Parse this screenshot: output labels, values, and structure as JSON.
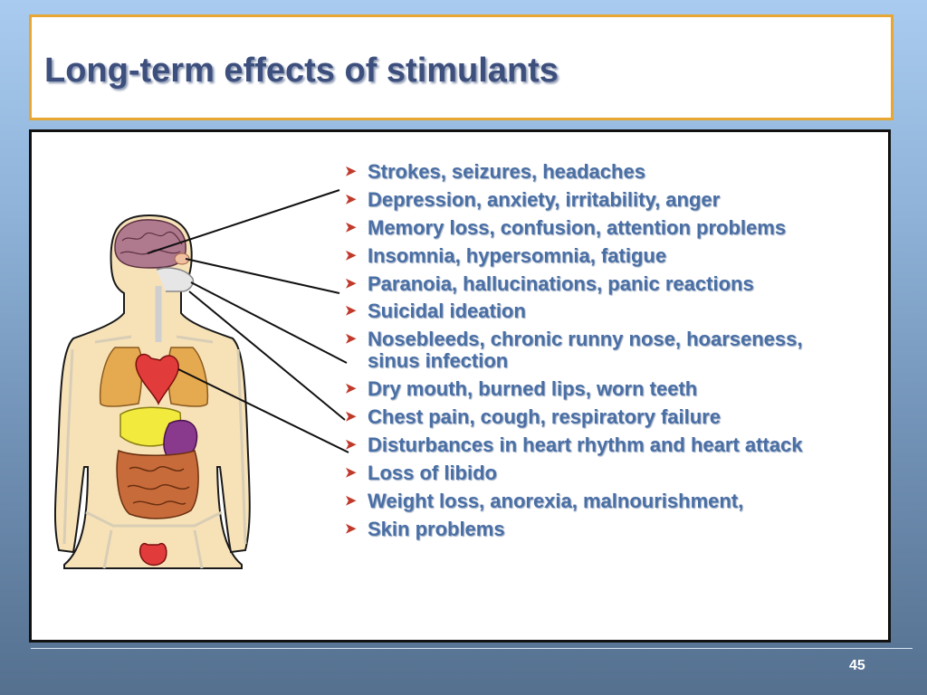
{
  "title": "Long-term effects of stimulants",
  "items": [
    {
      "text": "Strokes, seizures, headaches"
    },
    {
      "text": "Depression, anxiety, irritability, anger"
    },
    {
      "text": "Memory loss, confusion, attention problems"
    },
    {
      "text": "Insomnia, hypersomnia, fatigue"
    },
    {
      "text": "Paranoia, hallucinations, panic reactions"
    },
    {
      "text": "Suicidal ideation"
    },
    {
      "text": "Nosebleeds, chronic runny nose, hoarseness,",
      "text2": "sinus infection"
    },
    {
      "text": "Dry mouth, burned lips, worn teeth"
    },
    {
      "text": "Chest pain, cough, respiratory failure"
    },
    {
      "text": "Disturbances in heart rhythm and heart attack"
    },
    {
      "text": "Loss of libido"
    },
    {
      "text": "Weight loss, anorexia, malnourishment,"
    },
    {
      "text": "Skin problems"
    }
  ],
  "bullet_icon": "arrow-bullet-icon",
  "page_number": "45",
  "colors": {
    "title": "#3d4f7d",
    "list_text": "#4a6fa5",
    "title_border": "#e8a632",
    "bullet": "#c0392b"
  }
}
